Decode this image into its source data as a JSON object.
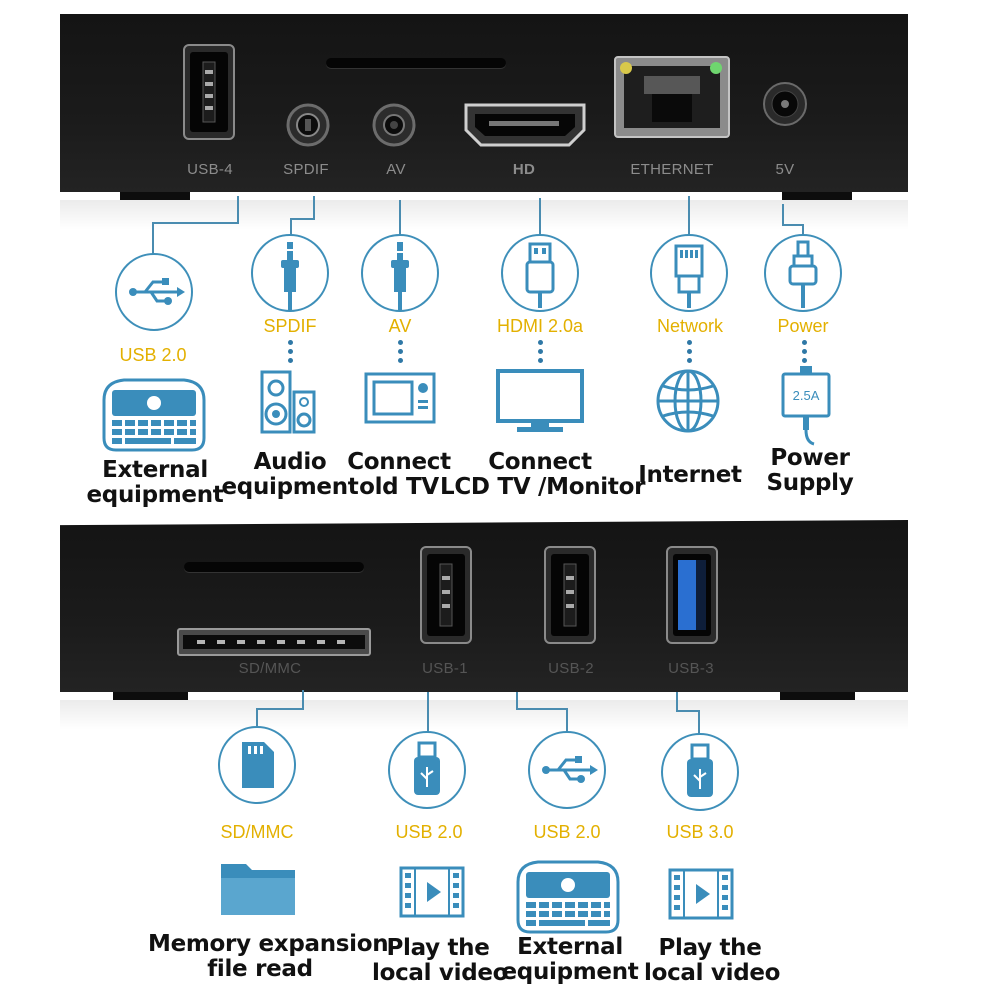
{
  "top_panel": {
    "port_labels": [
      "USB-4",
      "SPDIF",
      "AV",
      "HD",
      "ETHERNET",
      "5V"
    ],
    "connectors": [
      {
        "icon": "usb-icon",
        "label": "USB 2.0",
        "device_icon": "keyboard-icon",
        "desc": "External\nequipment"
      },
      {
        "icon": "audio-plug-icon",
        "label": "SPDIF",
        "device_icon": "speakers-icon",
        "desc": "Audio\nequipment"
      },
      {
        "icon": "audio-plug-icon",
        "label": "AV",
        "device_icon": "old-tv-icon",
        "desc": "Connect\nold TV"
      },
      {
        "icon": "hdmi-plug-icon",
        "label": "HDMI 2.0a",
        "device_icon": "monitor-icon",
        "desc": "Connect\nLCD TV /Monitor"
      },
      {
        "icon": "ethernet-plug-icon",
        "label": "Network",
        "device_icon": "globe-icon",
        "desc": "Internet"
      },
      {
        "icon": "power-plug-icon",
        "label": "Power",
        "device_icon": "power-adapter-icon",
        "desc": "Power\nSupply",
        "adapter_text": "2.5A"
      }
    ]
  },
  "bottom_panel": {
    "port_labels": [
      "SD/MMC",
      "USB-1",
      "USB-2",
      "USB-3"
    ],
    "connectors": [
      {
        "icon": "sd-card-icon",
        "label": "SD/MMC",
        "device_icon": "folder-icon",
        "desc": "Memory expansion\nfile read"
      },
      {
        "icon": "usb-drive-icon",
        "label": "USB 2.0",
        "device_icon": "video-film-icon",
        "desc": "Play the\nlocal video"
      },
      {
        "icon": "usb-icon",
        "label": "USB 2.0",
        "device_icon": "keyboard-icon",
        "desc": "External\nequipment"
      },
      {
        "icon": "usb-drive-icon",
        "label": "USB 3.0",
        "device_icon": "video-film-icon",
        "desc": "Play the\nlocal video"
      }
    ]
  },
  "colors": {
    "accent_blue": "#3e8fb9",
    "label_yellow": "#e3b000",
    "usb3_blue": "#2a6fd1",
    "panel_black": "#161616"
  }
}
